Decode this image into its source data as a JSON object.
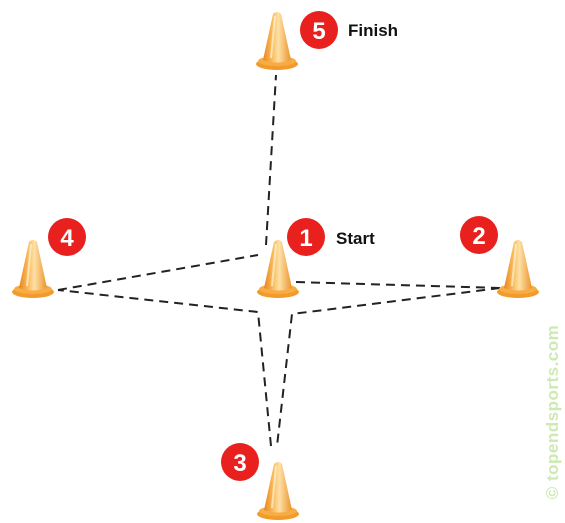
{
  "colors": {
    "cone_body": "#f7a93a",
    "cone_shade": "#e0801a",
    "cone_highlight": "#fde2b0",
    "cone_base": "#f39a2c",
    "badge": "#e8201e",
    "path": "#222222",
    "watermark": "#cdeab2"
  },
  "stations": [
    {
      "number": "1",
      "label": "Start"
    },
    {
      "number": "2",
      "label": ""
    },
    {
      "number": "3",
      "label": ""
    },
    {
      "number": "4",
      "label": ""
    },
    {
      "number": "5",
      "label": "Finish"
    }
  ],
  "watermark": "© topendsports.com"
}
